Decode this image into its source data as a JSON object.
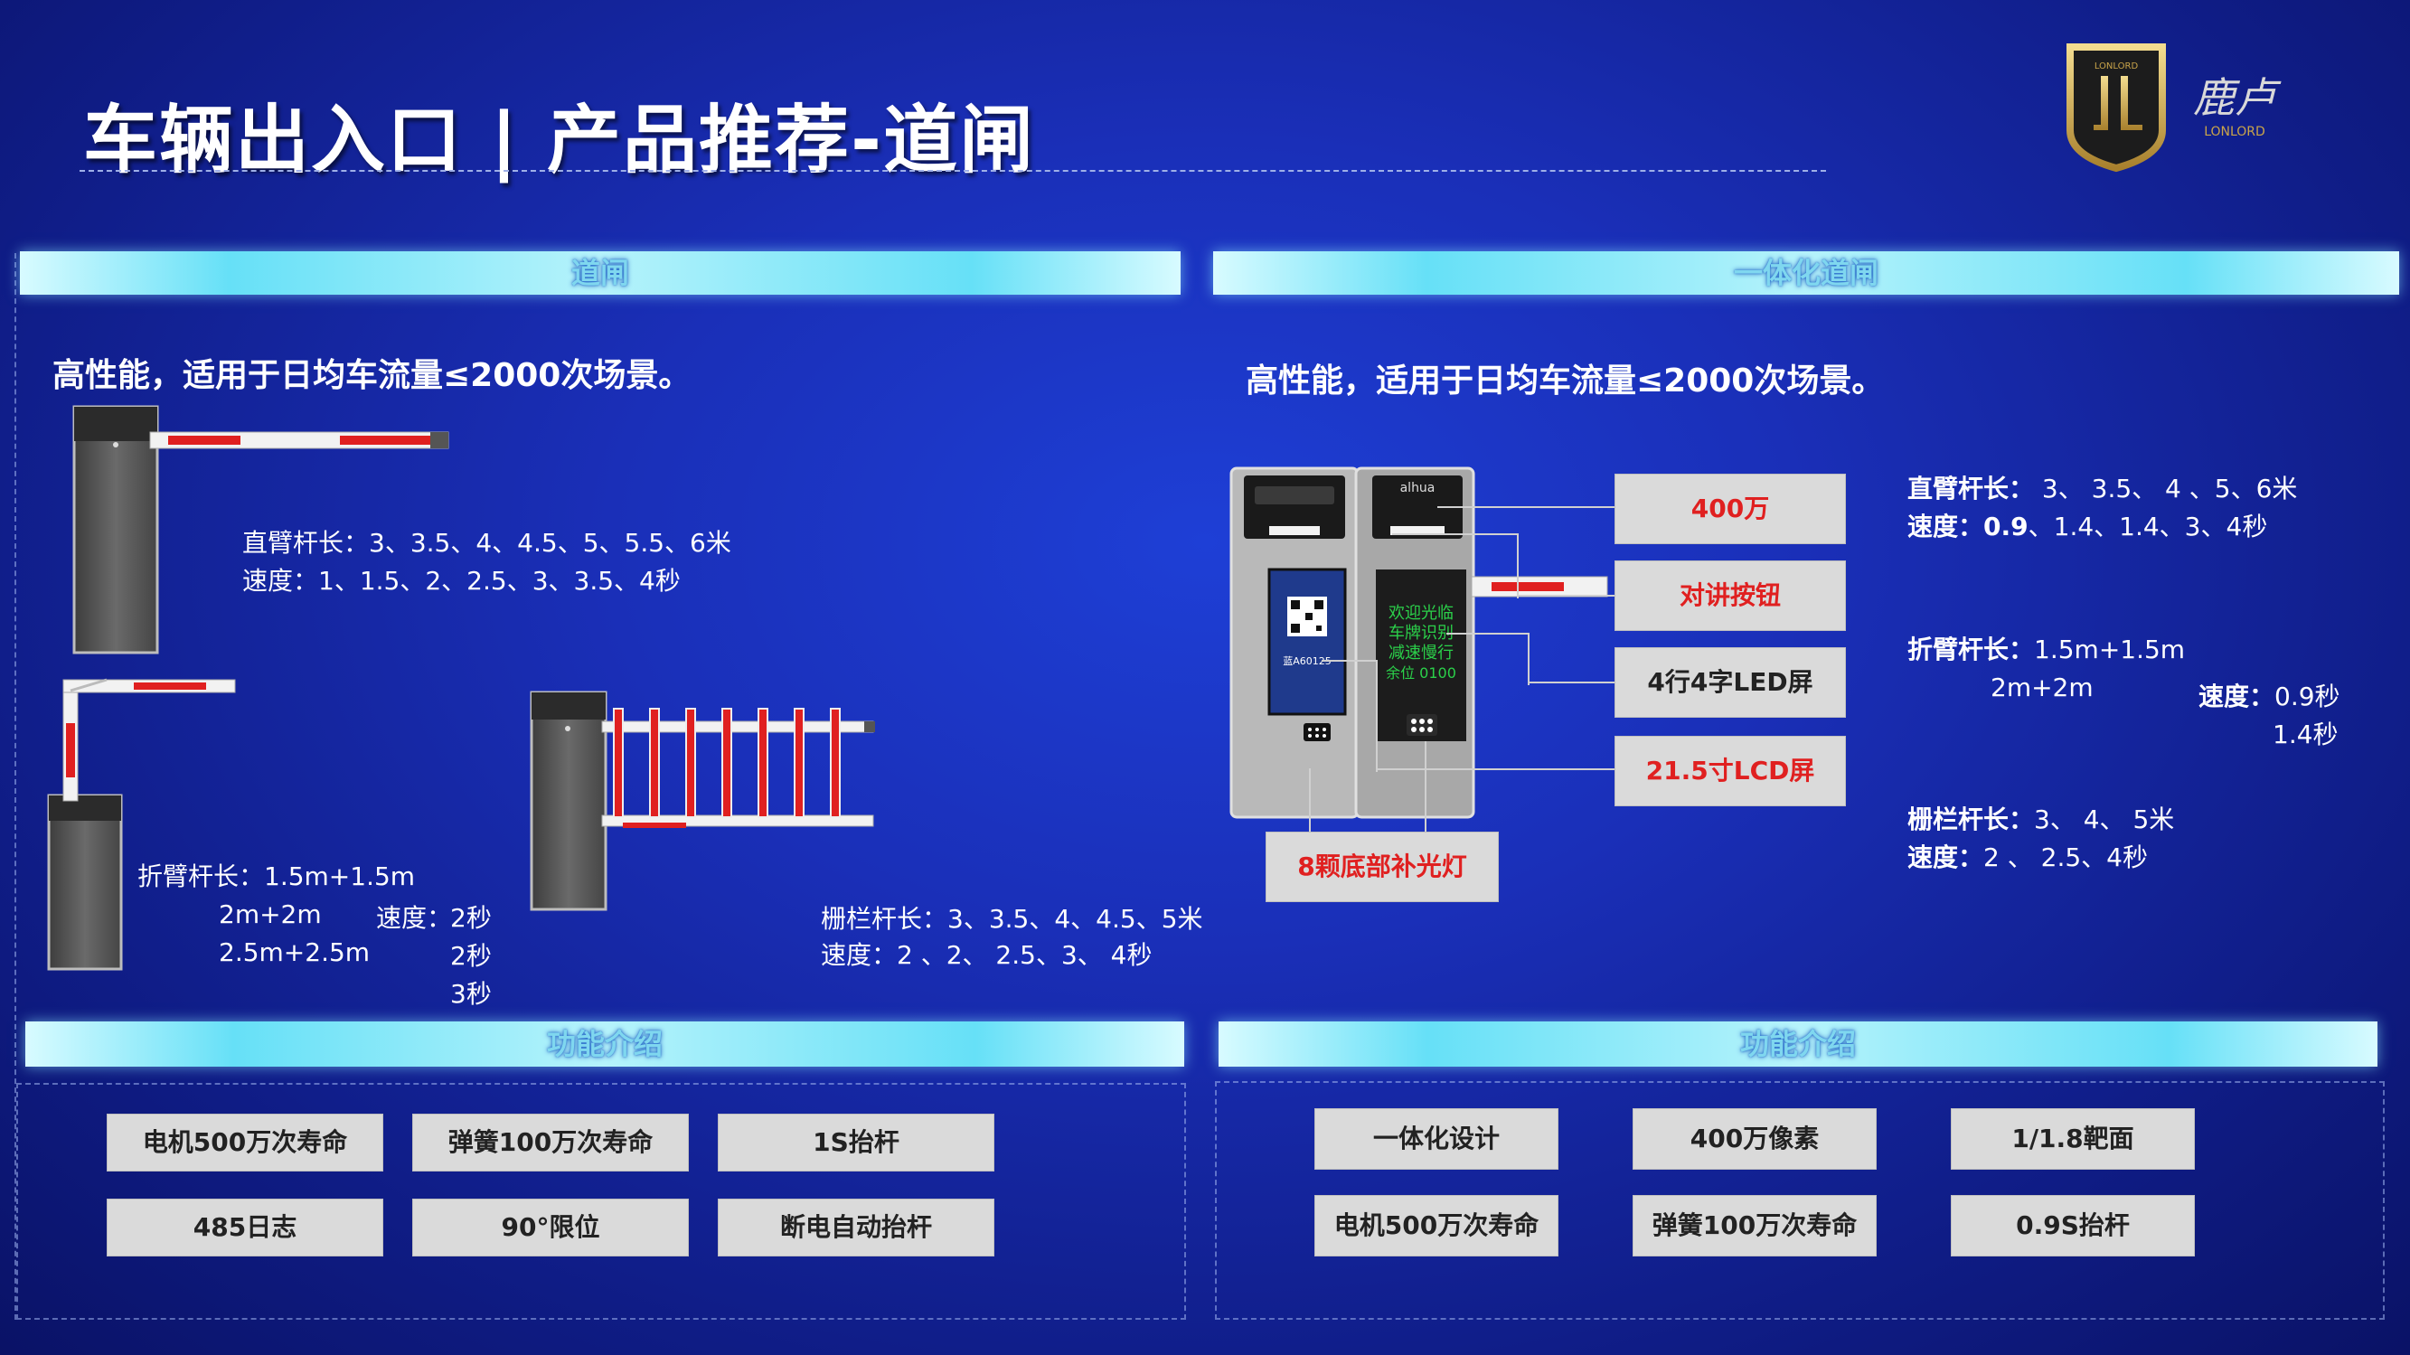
{
  "header": {
    "title": "车辆出入口 | 产品推荐-道闸",
    "logo_text_top": "LONLORD",
    "logo_text_bottom": "LONLORD",
    "logo_cn": "鹿卢"
  },
  "left_section": {
    "band_title": "道闸",
    "subtitle": "高性能，适用于日均车流量≤2000次场景。",
    "straight_arm": {
      "length_line": "直臂杆长：3、3.5、4、4.5、5、5.5、6米",
      "speed_line": "速度：1、1.5、2、2.5、3、3.5、4秒"
    },
    "folding_arm": {
      "label": "折臂杆长：1.5m+1.5m",
      "len2": "2m+2m",
      "len3": "2.5m+2.5m",
      "speed_label": "速度：",
      "speed1": "2秒",
      "speed2": "2秒",
      "speed3": "3秒"
    },
    "fence_arm": {
      "length_line": "栅栏杆长：3、3.5、4、4.5、5米",
      "speed_line": "速度：2 、2、 2.5、3、 4秒"
    },
    "features_title": "功能介绍",
    "features": [
      "电机500万次寿命",
      "弹簧100万次寿命",
      "1S抬杆",
      "485日志",
      "90°限位",
      "断电自动抬杆"
    ]
  },
  "right_section": {
    "band_title": "一体化道闸",
    "subtitle": "高性能，适用于日均车流量≤2000次场景。",
    "device": {
      "brand": "alhua",
      "led_lines": [
        "欢迎光临",
        "车牌识别",
        "减速慢行",
        "余位 0100"
      ],
      "lcd_text": "蓝A60125"
    },
    "callouts": [
      "400万",
      "对讲按钮",
      "4行4字LED屏",
      "21.5寸LCD屏",
      "8颗底部补光灯"
    ],
    "straight_arm": {
      "length_label": "直臂杆长：",
      "length_value": " 3、 3.5、 4 、5、6米",
      "speed_label": "速度：",
      "speed_bold": "0.9",
      "speed_value": "、1.4、1.4、3、4秒"
    },
    "folding_arm": {
      "length_label": "折臂杆长：",
      "length_value": "1.5m+1.5m",
      "len2": "2m+2m",
      "speed_label": "速度：",
      "speed1": "0.9秒",
      "speed2": "1.4秒"
    },
    "fence_arm": {
      "length_label": "栅栏杆长：",
      "length_value": "3、   4、 5米",
      "speed_label": "速度：",
      "speed_value": "2 、 2.5、4秒"
    },
    "features_title": "功能介绍",
    "features": [
      "一体化设计",
      "400万像素",
      "1/1.8靶面",
      "电机500万次寿命",
      "弹簧100万次寿命",
      "0.9S抬杆"
    ]
  },
  "colors": {
    "accent_red": "#e02020",
    "band_cyan": "#66e0f7",
    "background_blue": "#1a2fb8",
    "logo_gold": "#c9a44a"
  }
}
